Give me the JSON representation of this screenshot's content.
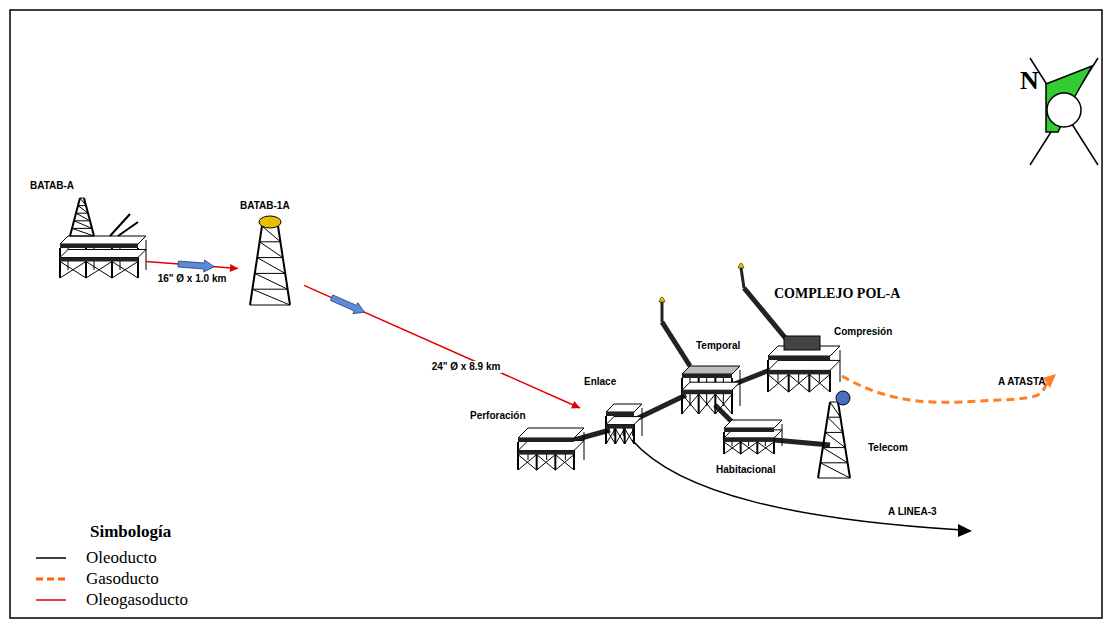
{
  "diagram": {
    "nodes": [
      {
        "text": [
          "BATAB-A"
        ]
      },
      {
        "text": [
          "BATAB-1A"
        ]
      },
      {
        "text": [
          "Perforación"
        ]
      },
      {
        "text": [
          "Enlace"
        ]
      },
      {
        "text": [
          "Temporal"
        ]
      },
      {
        "text": [
          "Compresión"
        ]
      },
      {
        "text": [
          "Habitacional"
        ]
      },
      {
        "text": [
          "Telecom"
        ]
      }
    ],
    "edges": [
      {
        "from": 0,
        "to": 1,
        "arrow": "to",
        "label": "16\" Ø x 1.0 km"
      },
      {
        "from": 1,
        "to": 3,
        "arrow": "to",
        "label": "24\" Ø x 8.9 km"
      }
    ],
    "labels": [
      "COMPLEJO POL-A",
      "A ATASTA",
      "A LINEA-3",
      "N",
      "Simbología"
    ],
    "legend": [
      {
        "text": "Oleoducto"
      },
      {
        "text": "Gasoducto"
      },
      {
        "text": "Oleogasoducto"
      }
    ]
  }
}
